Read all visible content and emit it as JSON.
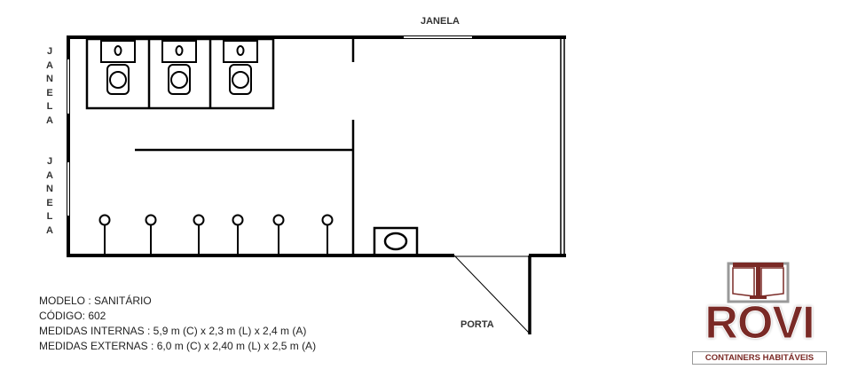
{
  "plan": {
    "window_top": "JANELA",
    "window_left_1": "JANELA",
    "window_left_2": "JANELA",
    "door": "PORTA",
    "toilets": 3,
    "sinks": 6
  },
  "info": {
    "model": "MODELO :  SANITÁRIO",
    "code": "CÓDIGO: 602",
    "internal": "MEDIDAS INTERNAS : 5,9 m (C) x 2,3 m (L) x 2,4 m (A)",
    "external": "MEDIDAS EXTERNAS : 6,0 m (C) x 2,40 m (L) x 2,5 m (A)"
  },
  "logo": {
    "name": "ROVI",
    "tagline": "CONTAINERS HABITÁVEIS",
    "color": "#7a2a26"
  }
}
